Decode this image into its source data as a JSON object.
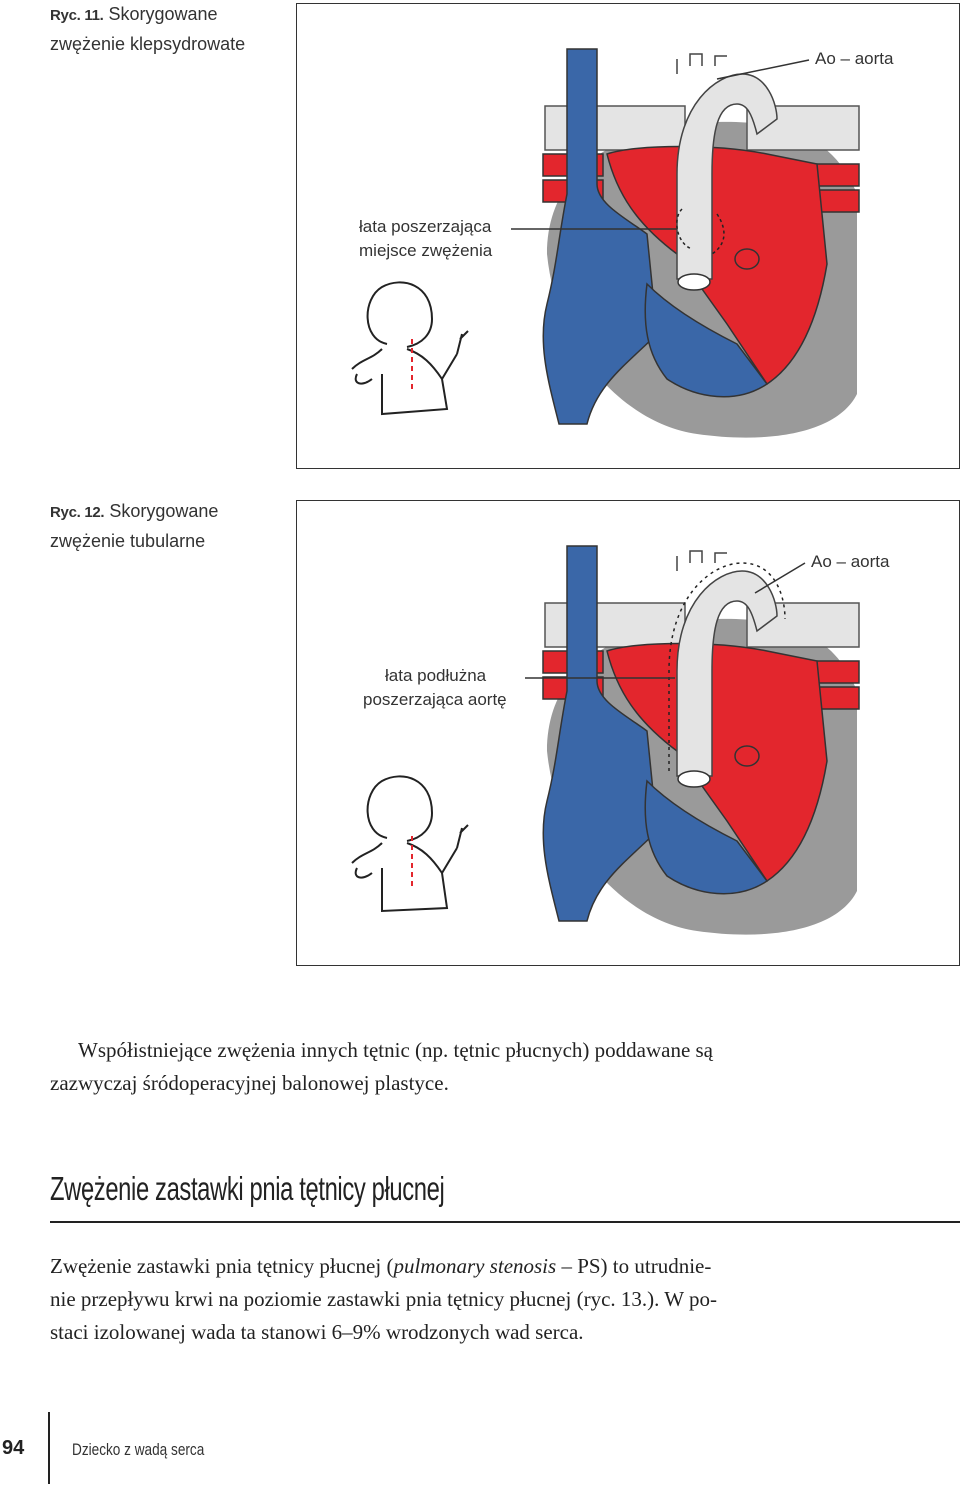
{
  "figure11": {
    "caption_label": "Ryc. 11.",
    "caption_line1": "Skorygowane",
    "caption_line2": "zwężenie klepsydrowate",
    "label_ao": "Ao – aorta",
    "label_patch_line1": "łata poszerzająca",
    "label_patch_line2": "miejsce zwężenia"
  },
  "figure12": {
    "caption_label": "Ryc. 12.",
    "caption_line1": "Skorygowane",
    "caption_line2": "zwężenie tubularne",
    "label_ao": "Ao – aorta",
    "label_patch_line1": "łata podłużna",
    "label_patch_line2": "poszerzająca aortę"
  },
  "paragraph1": {
    "line1": "Współistniejące zwężenia innych tętnic (np. tętnic płucnych) poddawane są",
    "line2": "zazwyczaj śródoperacyjnej balonowej plastyce."
  },
  "section": {
    "heading": "Zwężenie zastawki pnia tętnicy płucnej",
    "line1_a": "Zwężenie zastawki pnia tętnicy płucnej (",
    "line1_italic": "pulmonary stenosis",
    "line1_b": " – PS) to utrudnie-",
    "line2": "nie przepływu krwi na poziomie zastawki pnia tętnicy płucnej (ryc. 13.). W po-",
    "line3": "staci izolowanej wada ta stanowi 6–9% wrodzonych wad serca."
  },
  "footer": {
    "page_number": "94",
    "book_title": "Dziecko z wadą serca"
  },
  "colors": {
    "blue": "#3a67a8",
    "red": "#e3262d",
    "gray": "#9a9a9a",
    "light_gray": "#e4e4e4"
  }
}
